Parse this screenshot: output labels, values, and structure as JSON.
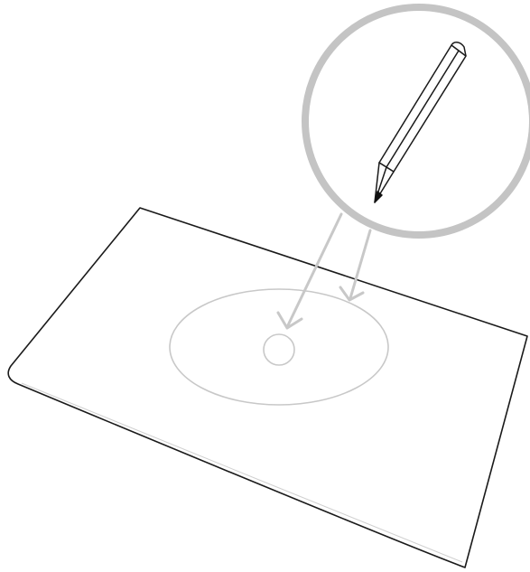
{
  "illustration": {
    "subject": "pencil-drawing-on-paper",
    "icons": [
      "pencil-icon",
      "magnifier-circle",
      "paper-sheet",
      "target-ellipse",
      "target-dot",
      "pointer-arrow"
    ],
    "colors": {
      "outline": "#1a1a1a",
      "magnifier_ring": "#c4c4c4",
      "guide_lines": "#c8c8c8",
      "paper_fill": "#ffffff",
      "pencil_tip": "#111111"
    }
  }
}
